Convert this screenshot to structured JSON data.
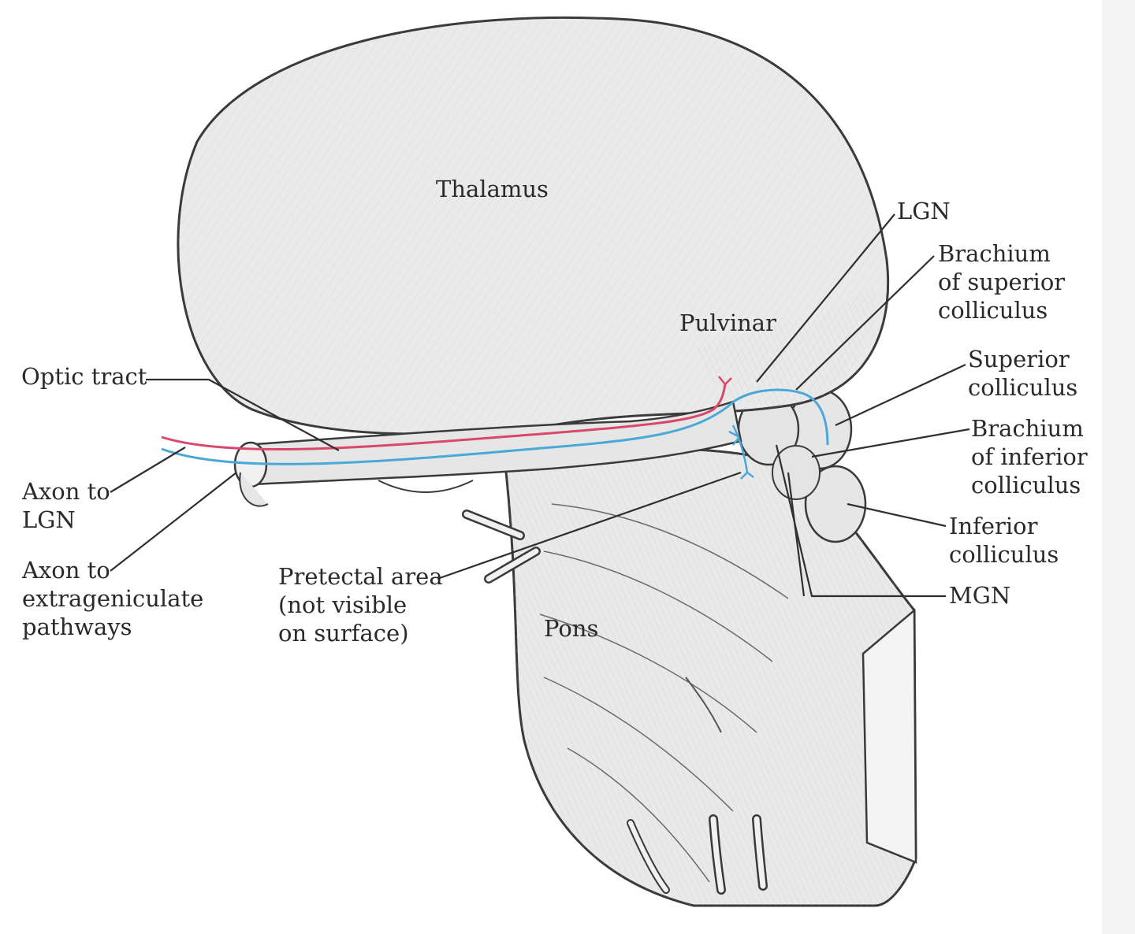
{
  "labels": {
    "thalamus": "Thalamus",
    "lgn": "LGN",
    "brachium_superior": [
      "Brachium",
      "of superior",
      "colliculus"
    ],
    "pulvinar": "Pulvinar",
    "superior_colliculus": [
      "Superior",
      "colliculus"
    ],
    "optic_tract": "Optic tract",
    "brachium_inferior": [
      "Brachium",
      "of inferior",
      "colliculus"
    ],
    "axon_to_lgn": [
      "Axon to",
      "LGN"
    ],
    "inferior_colliculus": [
      "Inferior",
      "colliculus"
    ],
    "axon_extrageniculate": [
      "Axon to",
      "extrageniculate",
      "pathways"
    ],
    "pretectal_area": [
      "Pretectal area",
      "(not visible",
      "on surface)"
    ],
    "mgn": "MGN",
    "pons": "Pons"
  },
  "colors": {
    "outline": "#3a3a3a",
    "tissue": "#e9e9e9",
    "tissue_light": "#f1f1f1",
    "axon_lgn": "#d9486a",
    "axon_extrageniculate": "#4aa8d8",
    "leader": "#2f2f2f"
  }
}
